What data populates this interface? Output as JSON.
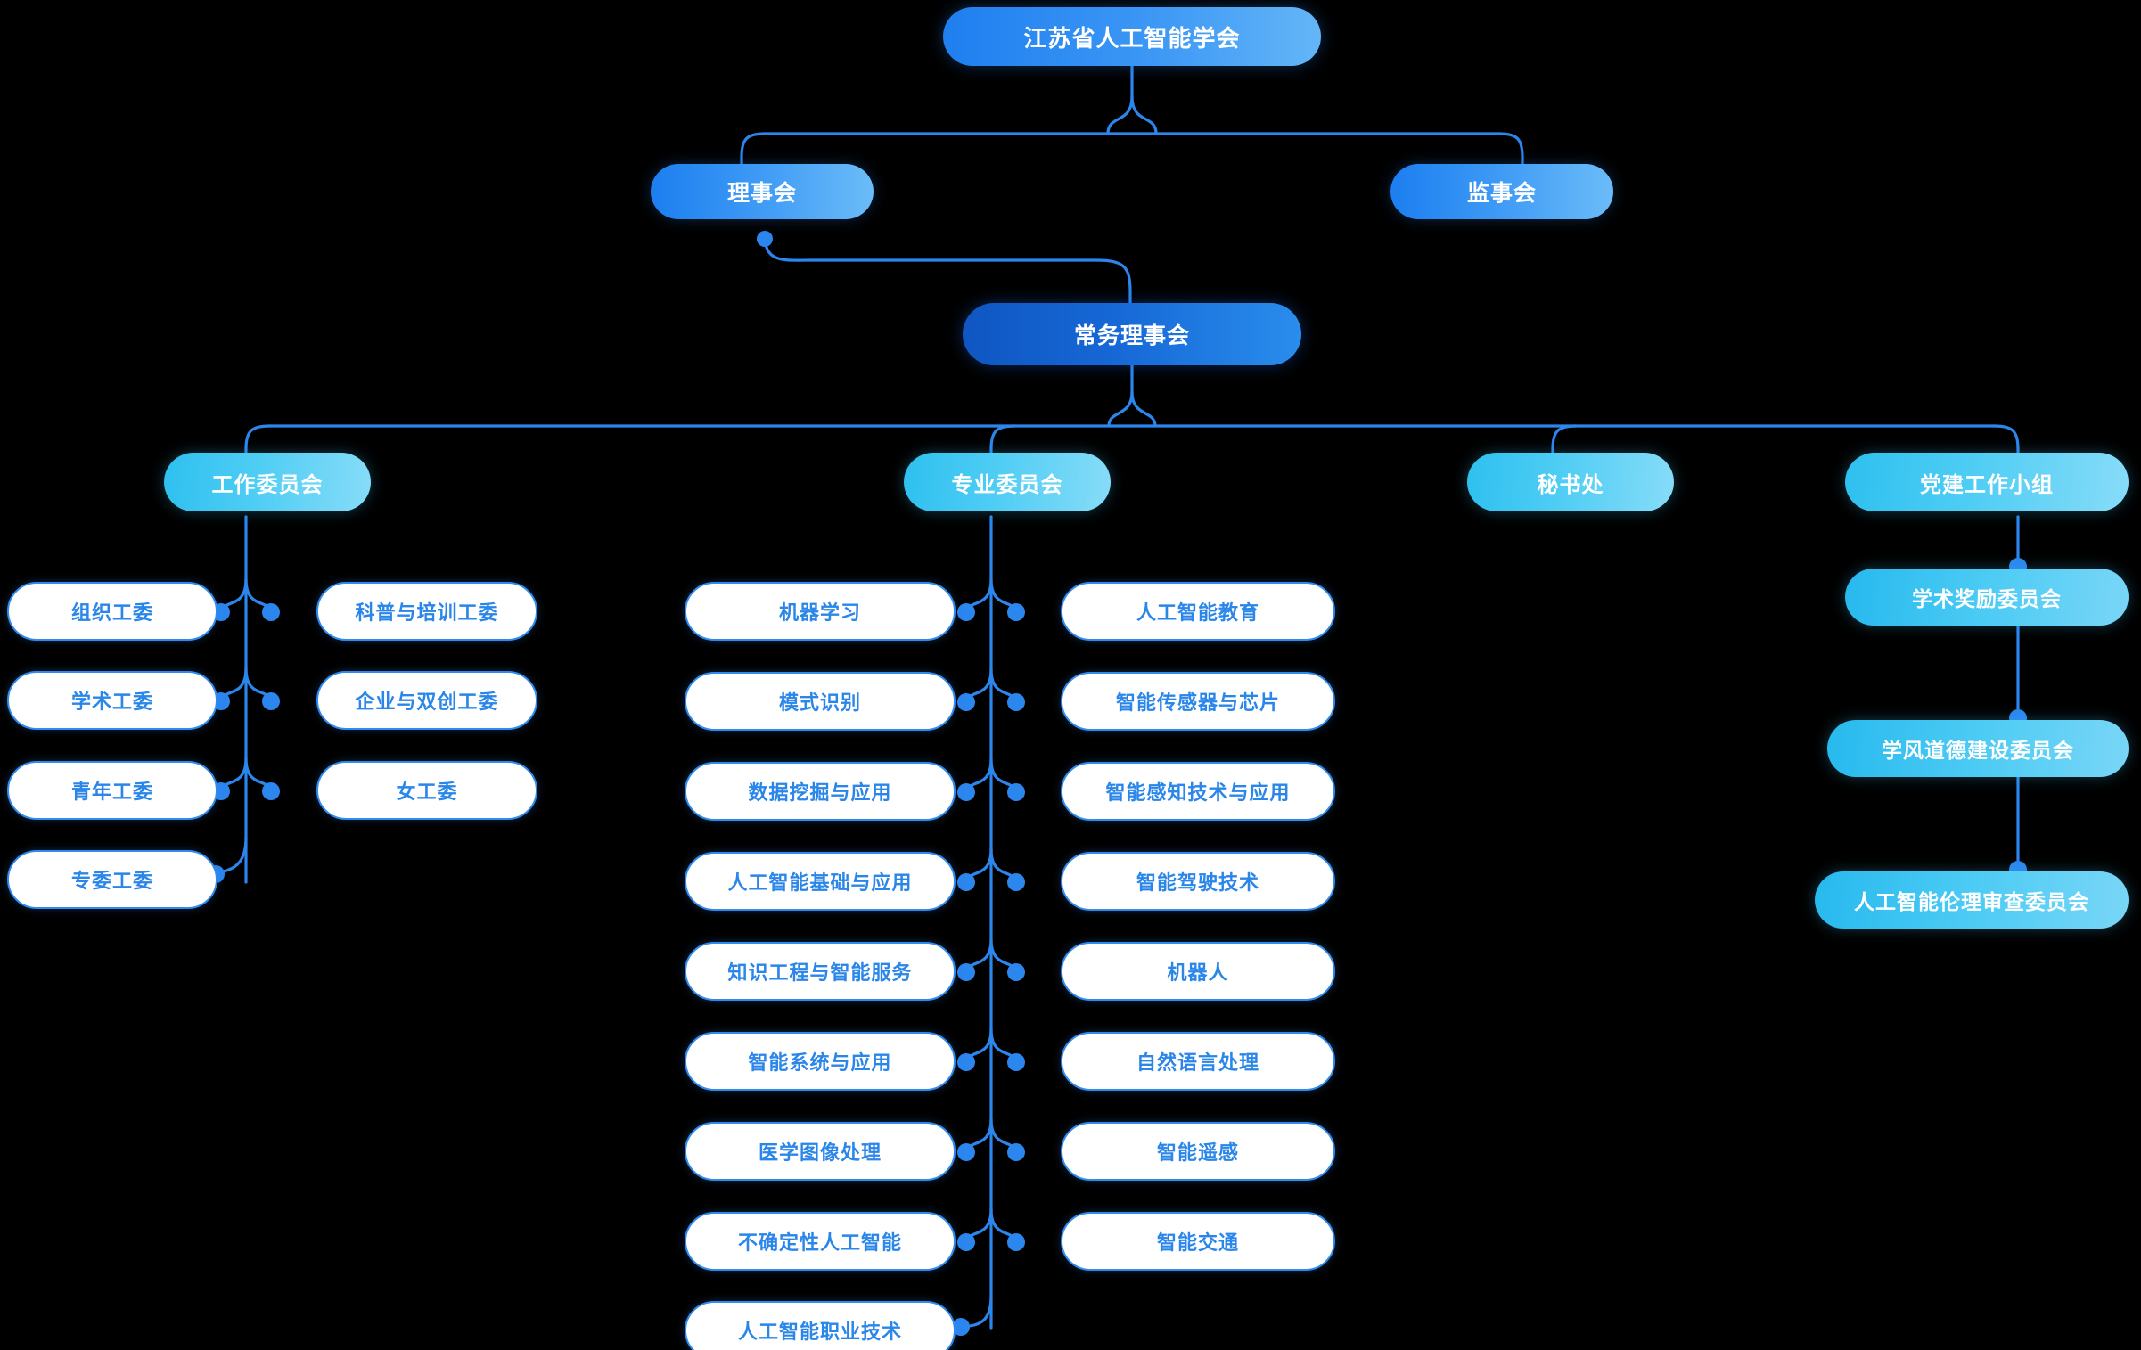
{
  "theme": {
    "background": "#000000",
    "wire_color": "#2b86ee",
    "leaf_text_color": "#2a86e8",
    "leaf_border_color": "#2e8bef",
    "node_text_color": "#ffffff",
    "accent_primary": "#1f7ff0",
    "accent_dark": "#0f56c2",
    "accent_cyan": "#2ec0ef"
  },
  "chart_data": {
    "type": "diagram",
    "title": "江苏省人工智能学会组织架构",
    "orientation": "top-down org chart"
  },
  "root": {
    "label": "江苏省人工智能学会"
  },
  "level2": [
    {
      "label": "理事会"
    },
    {
      "label": "监事会"
    }
  ],
  "level3": {
    "label": "常务理事会"
  },
  "level4": [
    {
      "label": "工作委员会"
    },
    {
      "label": "专业委员会"
    },
    {
      "label": "秘书处"
    },
    {
      "label": "党建工作小组"
    }
  ],
  "work_committee": {
    "left": [
      {
        "label": "组织工委"
      },
      {
        "label": "学术工委"
      },
      {
        "label": "青年工委"
      },
      {
        "label": "专委工委"
      }
    ],
    "right": [
      {
        "label": "科普与培训工委"
      },
      {
        "label": "企业与双创工委"
      },
      {
        "label": "女工委"
      }
    ]
  },
  "professional_committee": {
    "left": [
      {
        "label": "机器学习"
      },
      {
        "label": "模式识别"
      },
      {
        "label": "数据挖掘与应用"
      },
      {
        "label": "人工智能基础与应用"
      },
      {
        "label": "知识工程与智能服务"
      },
      {
        "label": "智能系统与应用"
      },
      {
        "label": "医学图像处理"
      },
      {
        "label": "不确定性人工智能"
      },
      {
        "label": "人工智能职业技术"
      }
    ],
    "right": [
      {
        "label": "人工智能教育"
      },
      {
        "label": "智能传感器与芯片"
      },
      {
        "label": "智能感知技术与应用"
      },
      {
        "label": "智能驾驶技术"
      },
      {
        "label": "机器人"
      },
      {
        "label": "自然语言处理"
      },
      {
        "label": "智能遥感"
      },
      {
        "label": "智能交通"
      }
    ]
  },
  "party_group": [
    {
      "label": "学术奖励委员会"
    },
    {
      "label": "学风道德建设委员会"
    },
    {
      "label": "人工智能伦理审查委员会"
    }
  ]
}
